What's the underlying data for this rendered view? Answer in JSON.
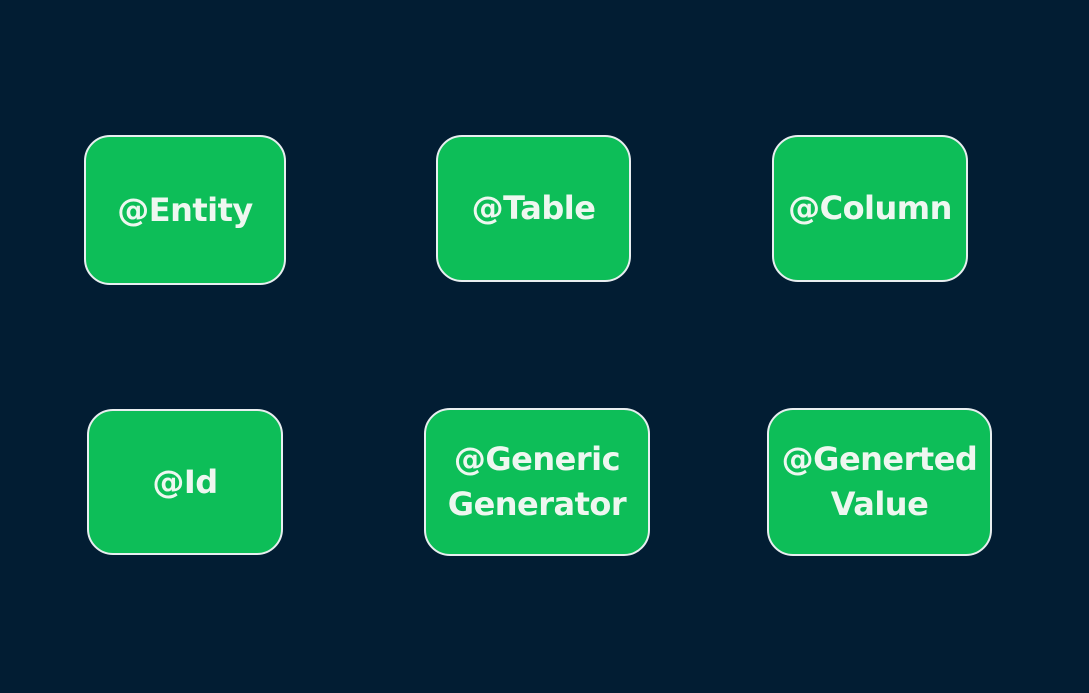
{
  "colors": {
    "background": "#021d33",
    "card_fill": "#0dbe58",
    "card_border": "#e8eef0",
    "text": "#eef7f0"
  },
  "cards": [
    {
      "label": "@Entity"
    },
    {
      "label": "@Table"
    },
    {
      "label": "@Column"
    },
    {
      "label": "@Id"
    },
    {
      "label": "@Generic\nGenerator"
    },
    {
      "label": "@Generted\nValue"
    }
  ]
}
